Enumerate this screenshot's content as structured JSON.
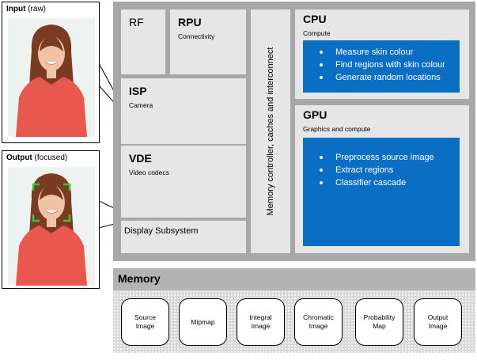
{
  "callouts": {
    "input": {
      "title": "Input",
      "subtitle": "(raw)"
    },
    "output": {
      "title": "Output",
      "subtitle": "(focused)"
    }
  },
  "soc": {
    "rf": {
      "title": "RF"
    },
    "rpu": {
      "title": "RPU",
      "subtitle": "Connectivity"
    },
    "isp": {
      "title": "ISP",
      "subtitle": "Camera"
    },
    "vde": {
      "title": "VDE",
      "subtitle": "Video codecs"
    },
    "display": {
      "title": "Display Subsystem"
    },
    "memory_controller": {
      "label": "Memory controller, caches and interconnect"
    },
    "cpu": {
      "title": "CPU",
      "subtitle": "Compute",
      "items": [
        "Measure skin colour",
        "Find regions with skin colour",
        "Generate random locations"
      ]
    },
    "gpu": {
      "title": "GPU",
      "subtitle": "Graphics and compute",
      "items": [
        "Preprocess source image",
        "Extract regions",
        "Classifier cascade"
      ]
    }
  },
  "memory": {
    "title": "Memory",
    "buffers": [
      "Source\nImage",
      "Mipmap",
      "Integral\nImage",
      "Chromatic\nImage",
      "Probability\nMap",
      "Output\nImage"
    ]
  },
  "colors": {
    "soc_background": "#a8a8a8",
    "block_background": "#e6e6e6",
    "accent_blue": "#0a6fc2",
    "focus_marker": "#39c43a"
  }
}
